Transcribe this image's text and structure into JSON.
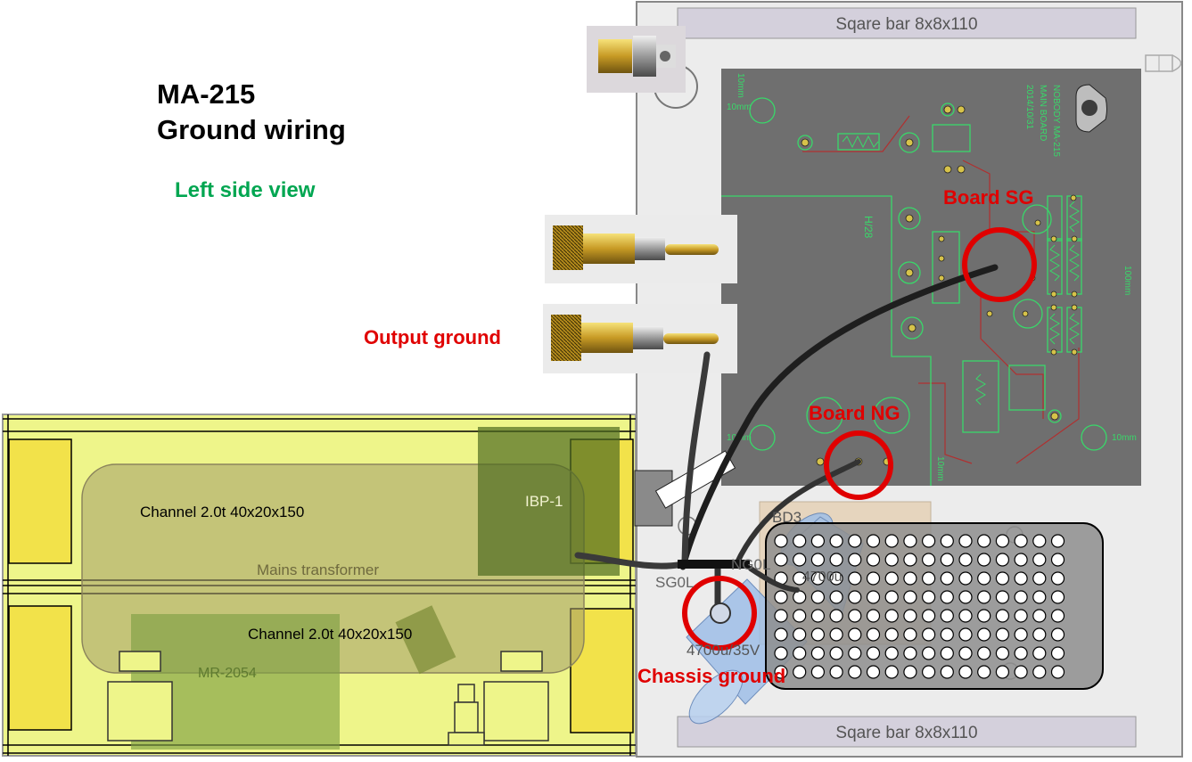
{
  "title": {
    "line1": "MA-215",
    "line2": "Ground wiring"
  },
  "subtitle": "Left side view",
  "chassis": {
    "top_bar": "Sqare bar 8x8x110",
    "bottom_bar": "Sqare bar 8x8x110"
  },
  "pcb": {
    "silk_lines": [
      "NOBODY MA-215",
      "MAIN BOARD",
      "2014/10/31"
    ],
    "resistor_labels": [
      "10mm",
      "10mm",
      "100mm",
      "10mm",
      "10mm",
      "10mm"
    ],
    "part_label": "H/28"
  },
  "labels": {
    "board_sg": "Board SG",
    "board_ng": "Board NG",
    "output_ground": "Output ground",
    "chassis_ground": "Chassis ground"
  },
  "left_assembly": {
    "channel_top": "Channel 2.0t 40x20x150",
    "channel_bottom": "Channel 2.0t 40x20x150",
    "transformer": "Mains transformer",
    "ibp": "IBP-1",
    "mr": "MR-2054"
  },
  "terminals": {
    "sg": "SG0L",
    "ng": "NG0L",
    "bd": "BD3",
    "cap": "4700u/35V",
    "cap2": "4700u"
  },
  "colors": {
    "pcb": "#6f6f6f",
    "chassis": "#ececec",
    "transformer_plate": "#eef58a",
    "highlight": "#e00000",
    "wire": "#1e1e1e",
    "subtitle": "#00a651"
  }
}
